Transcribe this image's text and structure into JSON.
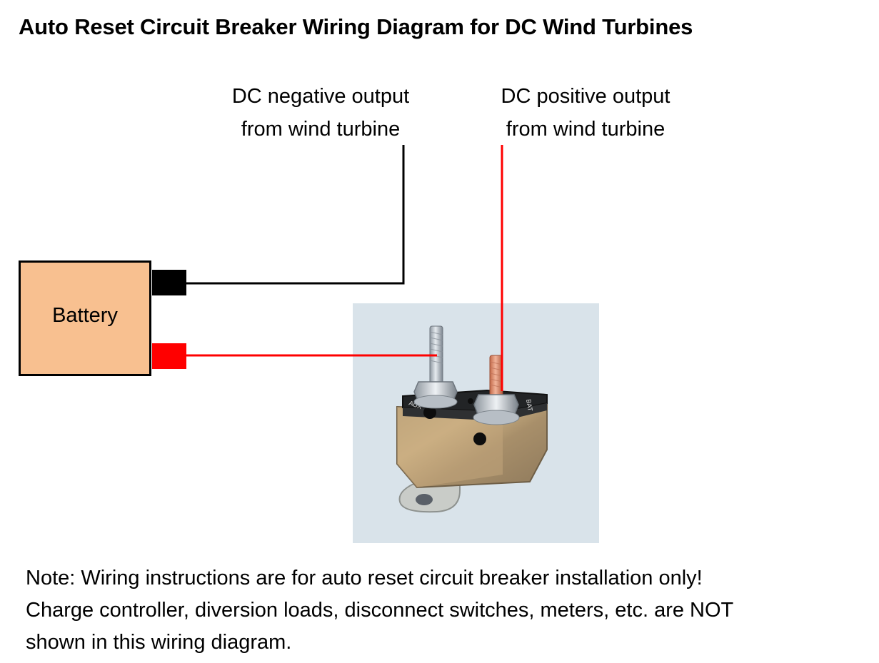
{
  "title": "Auto Reset Circuit Breaker Wiring Diagram for DC Wind Turbines",
  "labels": {
    "negative": [
      "DC negative output",
      "from wind turbine"
    ],
    "positive": [
      "DC positive output",
      "from wind turbine"
    ]
  },
  "battery": {
    "label": "Battery"
  },
  "breaker": {
    "left_stud_text": "AUX",
    "right_stud_text": "BAT"
  },
  "note": [
    "Note: Wiring instructions are for auto reset circuit breaker installation only!",
    "Charge controller,  diversion loads, disconnect switches, meters, etc. are NOT",
    "shown in this wiring diagram."
  ],
  "colors": {
    "battery_fill": "#f8c090",
    "negative_wire": "#000000",
    "positive_wire": "#ff0000",
    "photo_background": "#d9e3ea"
  }
}
